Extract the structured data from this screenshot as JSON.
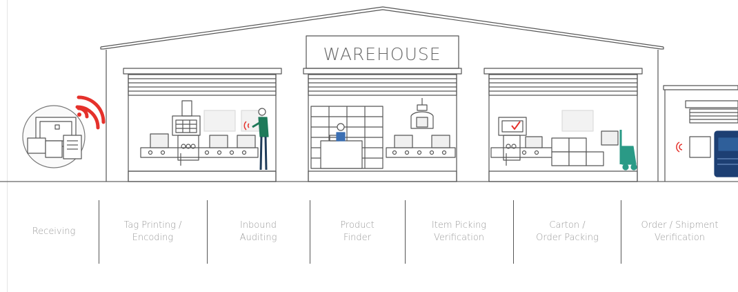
{
  "sign": {
    "text": "WAREHOUSE"
  },
  "steps": [
    {
      "label": "Receiving"
    },
    {
      "label": "Tag Printing /\nEncoding"
    },
    {
      "label": "Inbound\nAuditing"
    },
    {
      "label": "Product\nFinder"
    },
    {
      "label": "Item Picking\nVerification"
    },
    {
      "label": "Carton /\nOrder Packing"
    },
    {
      "label": "Order / Shipment\nVerification"
    }
  ],
  "colors": {
    "line": "#555555",
    "rfid": "#e5312b",
    "worker": "#1f7a5a",
    "truck": "#1d3f73",
    "forklift": "#2a9a86",
    "check": "#e5312b"
  },
  "icons": [
    "rfid-wave-icon",
    "rfid-reader-icon",
    "forklift-icon",
    "truck-icon",
    "laptop-icon",
    "robotic-arm-icon",
    "checklist-icon"
  ]
}
